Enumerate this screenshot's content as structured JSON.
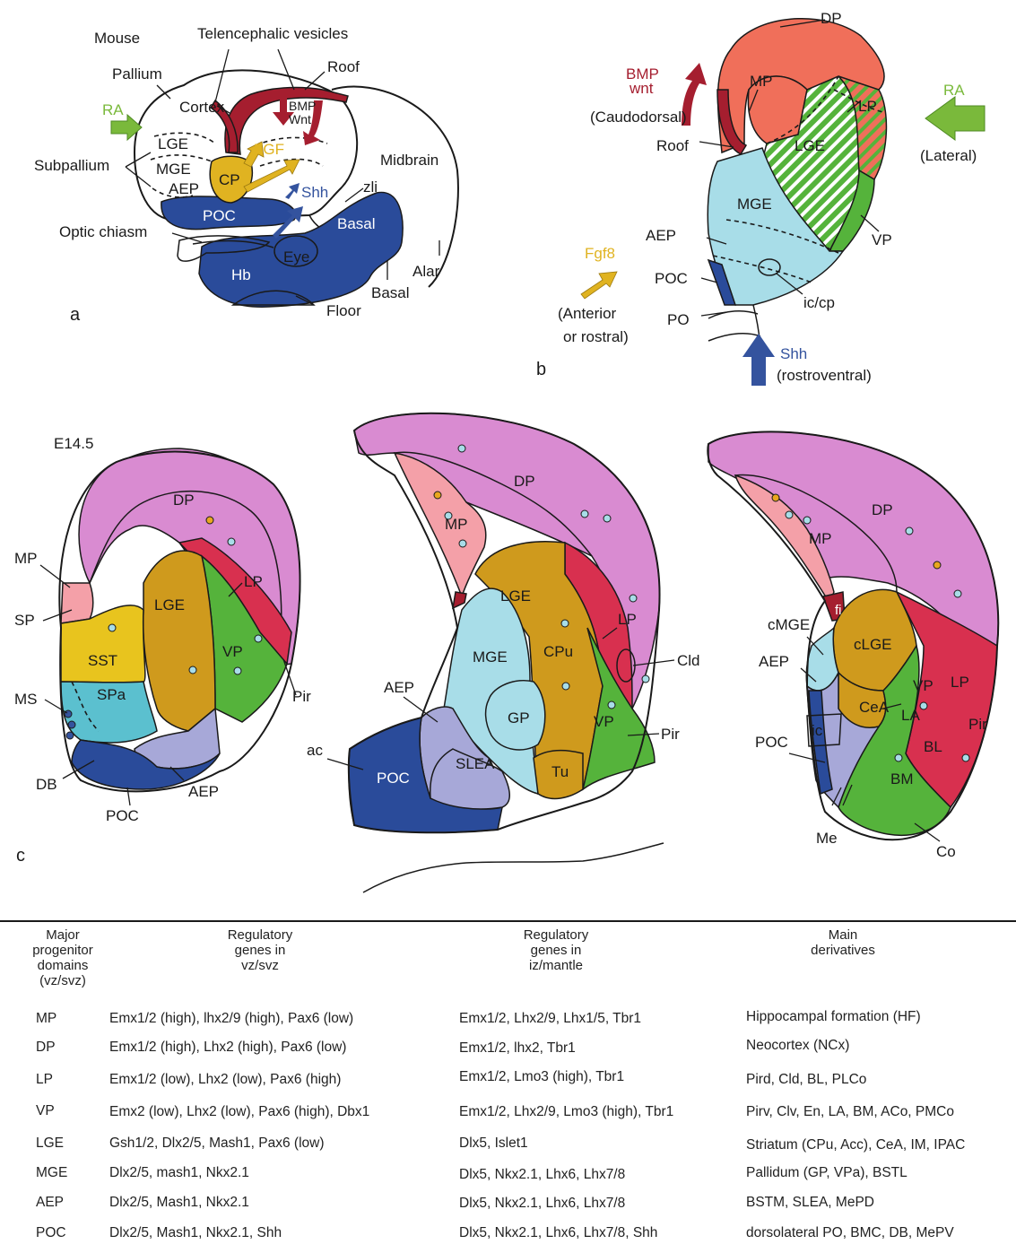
{
  "colors": {
    "dp": "#d98bd1",
    "mp": "#f4a0a8",
    "lp": "#d8304f",
    "vp": "#55b33b",
    "lge": "#cf9a1d",
    "mge": "#a8dde8",
    "sst": "#e8c41e",
    "spa": "#5bc0cf",
    "poc": "#2a4b9a",
    "aep": "#a7a8d8",
    "roof": "#a51e2f",
    "ra": "#7ab93b",
    "fgf": "#e0b321",
    "shh": "#34539e",
    "pallium_b": "#f06f5a",
    "cell_dot": "#a8dde8",
    "orange_dot": "#e9a71f"
  },
  "panel_a": {
    "letter": "a",
    "labels": {
      "mouse": "Mouse",
      "telencephalic_vesicles": "Telencephalic vesicles",
      "roof": "Roof",
      "pallium": "Pallium",
      "cortex": "Cortex",
      "bmp": "BMP",
      "wnt": "Wnt",
      "ra": "RA",
      "lge": "LGE",
      "fgf": "FGF",
      "subpallium": "Subpallium",
      "mge": "MGE",
      "cp": "CP",
      "midbrain": "Midbrain",
      "aep": "AEP",
      "shh": "Shh",
      "zli": "zli",
      "poc": "POC",
      "basal_upper": "Basal",
      "optic_chiasm": "Optic chiasm",
      "eye": "Eye",
      "hb": "Hb",
      "alar": "Alar",
      "basal_lower": "Basal",
      "floor": "Floor"
    }
  },
  "panel_b": {
    "letter": "b",
    "labels": {
      "dp": "DP",
      "bmp": "BMP",
      "wnt": "wnt",
      "mp": "MP",
      "ra": "RA",
      "lp": "LP",
      "caudodorsal": "(Caudodorsal)",
      "roof": "Roof",
      "lge": "LGE",
      "lateral": "(Lateral)",
      "mge": "MGE",
      "vp": "VP",
      "aep": "AEP",
      "fgf8": "Fgf8",
      "poc": "POC",
      "anterior": "(Anterior",
      "rostral": "or rostral)",
      "ic_cp": "ic/cp",
      "po": "PO",
      "shh": "Shh",
      "rostroventral": "(rostroventral)"
    }
  },
  "panel_c": {
    "letter": "c",
    "stage": "E14.5",
    "left": {
      "dp": "DP",
      "mp": "MP",
      "lp": "LP",
      "sp": "SP",
      "lge": "LGE",
      "sst": "SST",
      "vp": "VP",
      "pir": "Pir",
      "ms": "MS",
      "spa": "SPa",
      "db": "DB",
      "aep": "AEP",
      "poc": "POC"
    },
    "middle": {
      "dp": "DP",
      "mp": "MP",
      "lp": "LP",
      "lge": "LGE",
      "mge": "MGE",
      "cpu": "CPu",
      "cld": "Cld",
      "aep": "AEP",
      "gp": "GP",
      "vp": "VP",
      "pir": "Pir",
      "ac": "ac",
      "slea": "SLEA",
      "poc": "POC",
      "tu": "Tu"
    },
    "right": {
      "dp": "DP",
      "mp": "MP",
      "fi": "fi",
      "cmge": "cMGE",
      "clge": "cLGE",
      "aep": "AEP",
      "vp": "VP",
      "lp": "LP",
      "cea": "CeA",
      "la": "LA",
      "pir": "Pir",
      "ic": "ic",
      "poc": "POC",
      "bl": "BL",
      "bm": "BM",
      "me": "Me",
      "co": "Co"
    }
  },
  "table": {
    "headers": [
      "Major\nprogenitor\ndomains\n(vz/svz)",
      "Regulatory\ngenes in\nvz/svz",
      "Regulatory\ngenes in\niz/mantle",
      "Main\nderivatives"
    ],
    "rows": [
      {
        "domain": "MP",
        "vz": "Emx1/2 (high), lhx2/9 (high), Pax6 (low)",
        "mantle": "Emx1/2, Lhx2/9, Lhx1/5, Tbr1",
        "derivatives": "Hippocampal formation (HF)"
      },
      {
        "domain": "DP",
        "vz": "Emx1/2 (high), Lhx2 (high), Pax6 (low)",
        "mantle": "Emx1/2, lhx2, Tbr1",
        "derivatives": "Neocortex (NCx)"
      },
      {
        "domain": "LP",
        "vz": "Emx1/2 (low), Lhx2 (low), Pax6 (high)",
        "mantle": "Emx1/2, Lmo3 (high), Tbr1",
        "derivatives": "Pird, Cld, BL, PLCo"
      },
      {
        "domain": "VP",
        "vz": "Emx2 (low), Lhx2 (low), Pax6 (high), Dbx1",
        "mantle": "Emx1/2, Lhx2/9, Lmo3 (high), Tbr1",
        "derivatives": "Pirv, Clv, En, LA, BM, ACo, PMCo"
      },
      {
        "domain": "LGE",
        "vz": "Gsh1/2, Dlx2/5, Mash1, Pax6 (low)",
        "mantle": "Dlx5, Islet1",
        "derivatives": "Striatum (CPu, Acc), CeA, IM, IPAC"
      },
      {
        "domain": "MGE",
        "vz": "Dlx2/5, mash1, Nkx2.1",
        "mantle": "Dlx5, Nkx2.1, Lhx6, Lhx7/8",
        "derivatives": "Pallidum (GP, VPa), BSTL"
      },
      {
        "domain": "AEP",
        "vz": "Dlx2/5, Mash1, Nkx2.1",
        "mantle": "Dlx5, Nkx2.1, Lhx6, Lhx7/8",
        "derivatives": "BSTM, SLEA, MePD"
      },
      {
        "domain": "POC",
        "vz": "Dlx2/5, Mash1, Nkx2.1, Shh",
        "mantle": "Dlx5, Nkx2.1, Lhx6, Lhx7/8, Shh",
        "derivatives": "dorsolateral PO, BMC, DB, MePV"
      }
    ]
  }
}
